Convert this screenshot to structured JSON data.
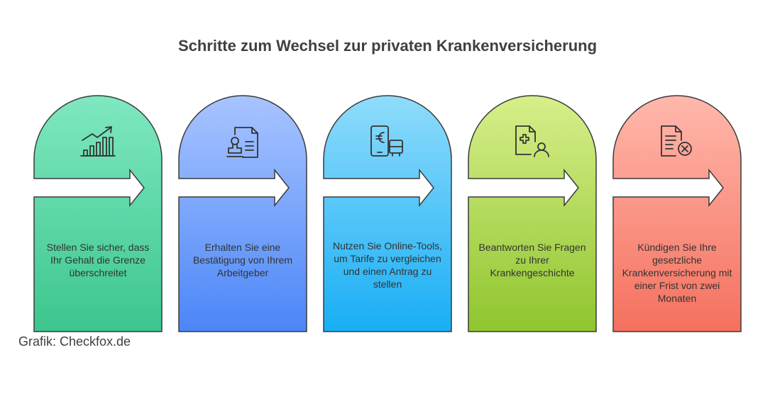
{
  "title": "Schritte zum Wechsel zur privaten Krankenversicherung",
  "source": "Grafik: Checkfox.de",
  "steps": [
    {
      "icon": "chart-growth-icon",
      "text": "Stellen Sie sicher, dass Ihr Gehalt die Grenze überschreitet",
      "color_top": "#7fe8c0",
      "color_bottom": "#3cc68e"
    },
    {
      "icon": "document-stamp-icon",
      "text": "Erhalten Sie eine Bestätigung von Ihrem Arbeitgeber",
      "color_top": "#a8c4ff",
      "color_bottom": "#4b86f8"
    },
    {
      "icon": "phone-euro-icon",
      "text": "Nutzen Sie Online-Tools, um Tarife zu vergleichen und einen Antrag zu stellen",
      "color_top": "#8fdcfb",
      "color_bottom": "#18aef5"
    },
    {
      "icon": "medical-record-icon",
      "text": "Beantworten Sie Fragen zu Ihrer Krankengeschichte",
      "color_top": "#d7ef8a",
      "color_bottom": "#8fc52e"
    },
    {
      "icon": "document-cancel-icon",
      "text": "Kündigen Sie Ihre gesetzliche Krankenversicherung mit einer Frist von zwei Monaten",
      "color_top": "#ffb8ac",
      "color_bottom": "#f5705e"
    }
  ]
}
